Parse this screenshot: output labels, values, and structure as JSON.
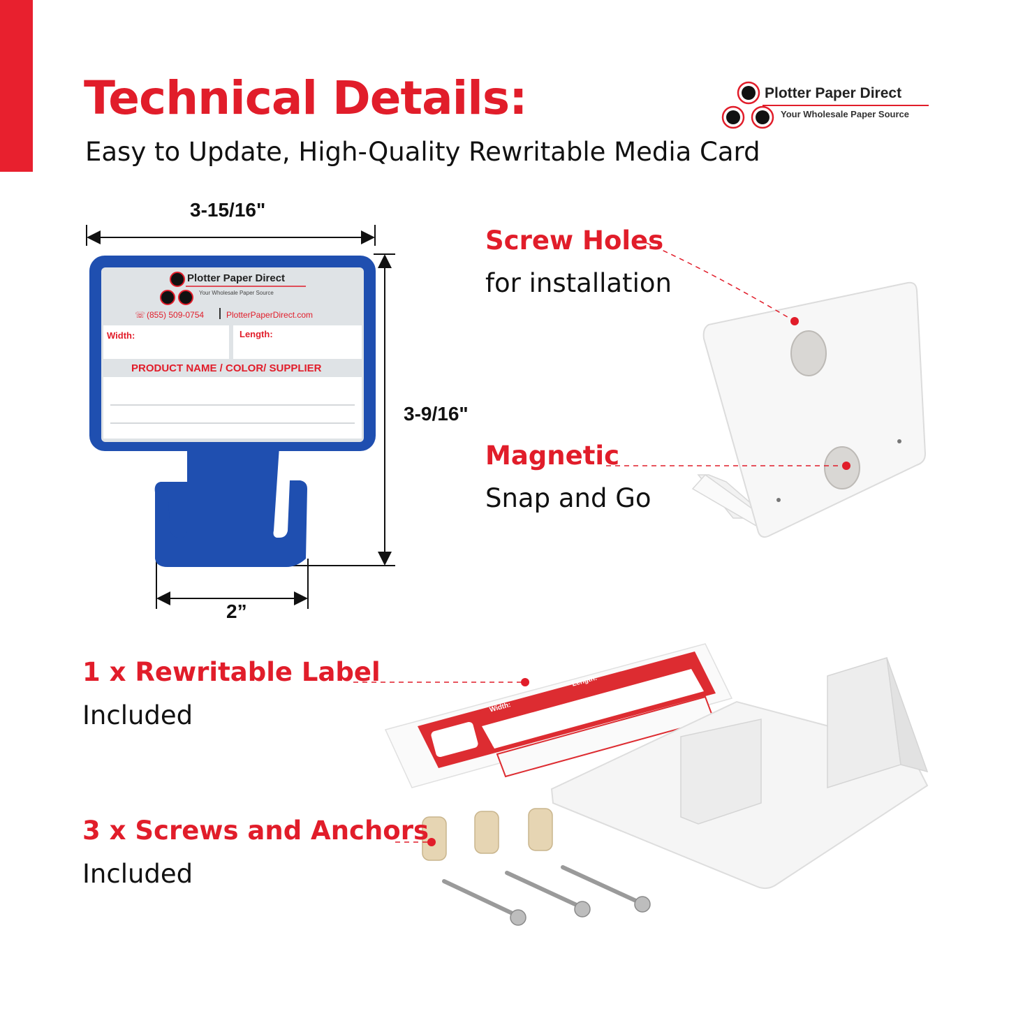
{
  "header": {
    "title": "Technical Details:",
    "subtitle": "Easy to Update, High-Quality Rewritable Media Card"
  },
  "logo": {
    "name": "Plotter Paper Direct",
    "tagline": "Your Wholesale Paper Source"
  },
  "dimensions": {
    "width": "3-15/16\"",
    "height": "3-9/16\"",
    "tab_width": "2”"
  },
  "card": {
    "brand": "Plotter Paper Direct",
    "tagline": "Your Wholesale Paper Source",
    "phone": "(855) 509-0754",
    "website": "PlotterPaperDirect.com",
    "width_label": "Width:",
    "length_label": "Length:",
    "product_label": "PRODUCT NAME / COLOR/ SUPPLIER"
  },
  "callouts": {
    "screw_holes": {
      "title": "Screw Holes",
      "detail": "for installation"
    },
    "magnetic": {
      "title": "Magnetic",
      "detail": "Snap and Go"
    },
    "label": {
      "title": "1 x Rewritable Label",
      "detail": "Included"
    },
    "screws": {
      "title": "3 x Screws and Anchors",
      "detail": "Included"
    }
  },
  "label_card": {
    "width_label": "Width:",
    "length_label": "Length:",
    "product_label": "PRODUCT NAME / COLOR/ SUPPLIER"
  },
  "colors": {
    "accent_red": "#e11d2a",
    "card_blue": "#1f4fb0"
  },
  "icons": [
    "phone-icon"
  ]
}
